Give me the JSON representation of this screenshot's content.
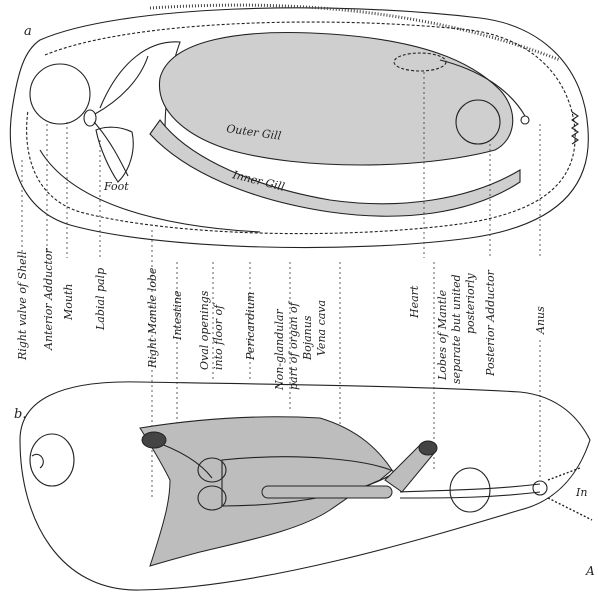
{
  "figure_letters": {
    "a": "a",
    "b": "b.",
    "corner": "A"
  },
  "upper": {
    "outer_gill": "Outer Gill",
    "inner_gill": "Inner Gill",
    "foot": "Foot"
  },
  "lower": {
    "in_label": "In"
  },
  "leaders": [
    {
      "text": "Right valve of Shell"
    },
    {
      "text": "Anterior Adductor"
    },
    {
      "text": "Mouth"
    },
    {
      "text": "Labial palp"
    },
    {
      "text": "Right Mantle lobe"
    },
    {
      "text": "Intestine"
    },
    {
      "text": "Oval openings"
    },
    {
      "text": "into floor of"
    },
    {
      "text": "Pericardium"
    },
    {
      "text": "Non-glandular"
    },
    {
      "text": "part of organ of"
    },
    {
      "text": "Bojanus"
    },
    {
      "text": "Vena cava"
    },
    {
      "text": "Heart"
    },
    {
      "text": "Lobes of Mantle"
    },
    {
      "text": "separate but united"
    },
    {
      "text": "posteriorly"
    },
    {
      "text": "Posterior Adductor"
    },
    {
      "text": "Anus"
    }
  ],
  "colors": {
    "ink": "#222222",
    "shade": "#bdbdbd",
    "gill": "#cfcfcf"
  }
}
